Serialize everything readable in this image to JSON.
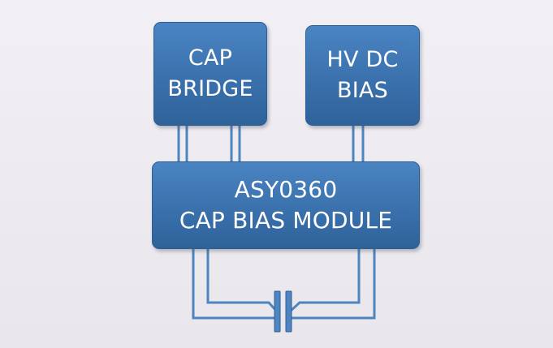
{
  "blocks": {
    "cap_bridge": {
      "lines": [
        "CAP",
        "BRIDGE"
      ]
    },
    "hv_dc_bias": {
      "lines": [
        "HV DC",
        "BIAS"
      ]
    },
    "module": {
      "lines": [
        "ASY0360",
        "CAP BIAS MODULE"
      ]
    }
  },
  "colors": {
    "block_fill": "#3b73b0",
    "block_border": "#2c5f93",
    "wire": "#4e84c0",
    "background": "#ebe8ee",
    "text": "#ffffff"
  }
}
